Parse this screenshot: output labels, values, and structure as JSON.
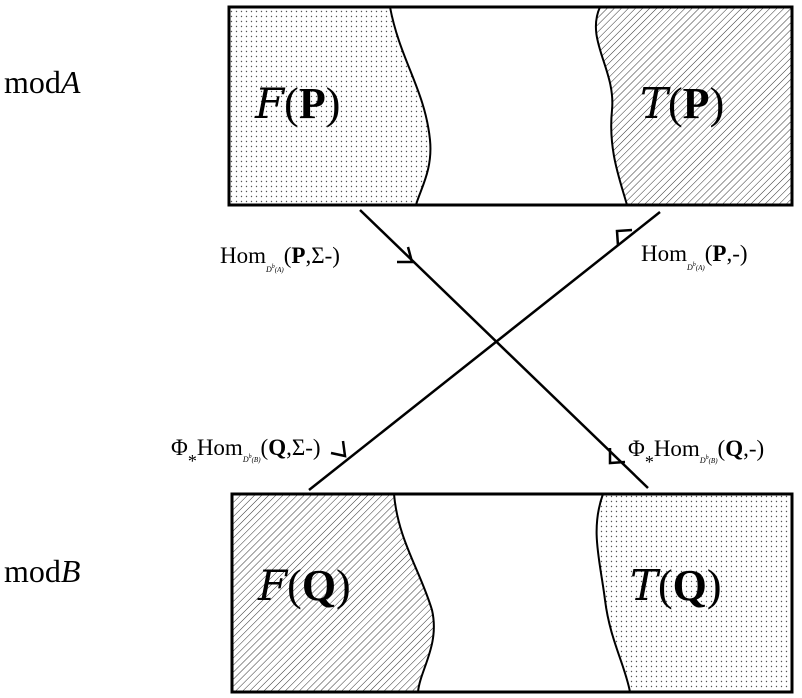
{
  "module_labels": {
    "top": {
      "prefix": "mod",
      "var": "A"
    },
    "bottom": {
      "prefix": "mod",
      "var": "B"
    }
  },
  "regions": {
    "top_left": {
      "script": "F",
      "object": "P"
    },
    "top_right": {
      "script": "T",
      "object": "P"
    },
    "bottom_left": {
      "script": "F",
      "object": "Q"
    },
    "bottom_right": {
      "script": "T",
      "object": "Q"
    }
  },
  "arrows": {
    "top_left": {
      "name": "Hom",
      "sub_base": "D",
      "sub_sup": "b",
      "sub_arg": "(A)",
      "arg_bold": "P",
      "arg_rest": ",Σ-)"
    },
    "top_right": {
      "name": "Hom",
      "sub_base": "D",
      "sub_sup": "b",
      "sub_arg": "(A)",
      "arg_bold": "P",
      "arg_rest": ",-)"
    },
    "bottom_left": {
      "prefix": "Φ",
      "star": "*",
      "name": "Hom",
      "sub_base": "D",
      "sub_sup": "b",
      "sub_arg": "(B)",
      "arg_bold": "Q",
      "arg_rest": ",Σ-)"
    },
    "bottom_right": {
      "prefix": "Φ",
      "star": "*",
      "name": "Hom",
      "sub_base": "D",
      "sub_sup": "b",
      "sub_arg": "(B)",
      "arg_bold": "Q",
      "arg_rest": ",-)"
    }
  },
  "symbols": {
    "open_paren": "(",
    "close_paren": ")"
  }
}
